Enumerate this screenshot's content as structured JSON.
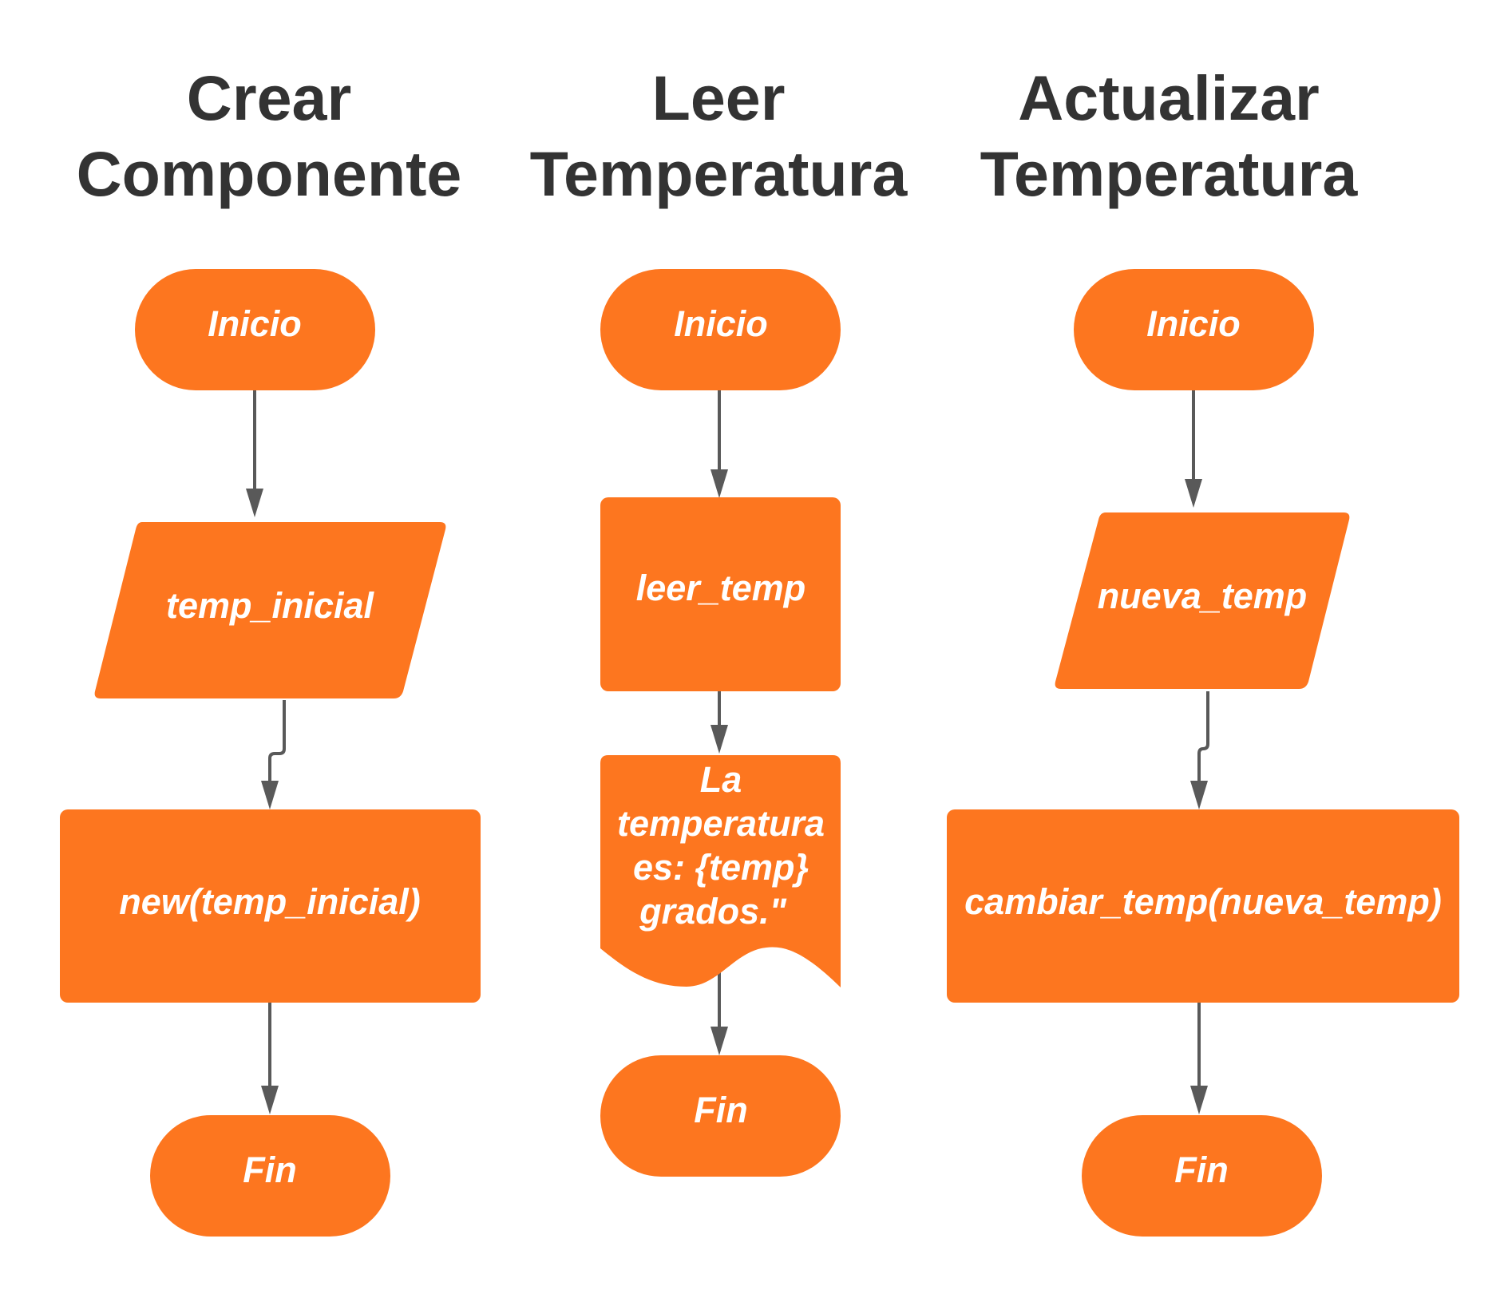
{
  "columns": [
    {
      "title_lines": [
        "Crear",
        "Componente"
      ],
      "nodes": [
        {
          "shape": "terminator",
          "label": "Inicio"
        },
        {
          "shape": "parallelogram",
          "label": "temp_inicial"
        },
        {
          "shape": "rectangle",
          "label": "new(temp_inicial)"
        },
        {
          "shape": "terminator",
          "label": "Fin"
        }
      ]
    },
    {
      "title_lines": [
        "Leer",
        "Temperatura"
      ],
      "nodes": [
        {
          "shape": "terminator",
          "label": "Inicio"
        },
        {
          "shape": "rectangle",
          "label": "leer_temp"
        },
        {
          "shape": "document",
          "label_lines": [
            "La",
            "temperatura",
            "es: {temp}",
            "grados.\""
          ]
        },
        {
          "shape": "terminator",
          "label": "Fin"
        }
      ]
    },
    {
      "title_lines": [
        "Actualizar",
        "Temperatura"
      ],
      "nodes": [
        {
          "shape": "terminator",
          "label": "Inicio"
        },
        {
          "shape": "parallelogram",
          "label": "nueva_temp"
        },
        {
          "shape": "rectangle",
          "label": "cambiar_temp(nueva_temp)"
        },
        {
          "shape": "terminator",
          "label": "Fin"
        }
      ]
    }
  ],
  "colors": {
    "shape_fill": "#fd761f",
    "connector": "#595959",
    "title_text": "#333333",
    "label_text": "#ffffff"
  }
}
